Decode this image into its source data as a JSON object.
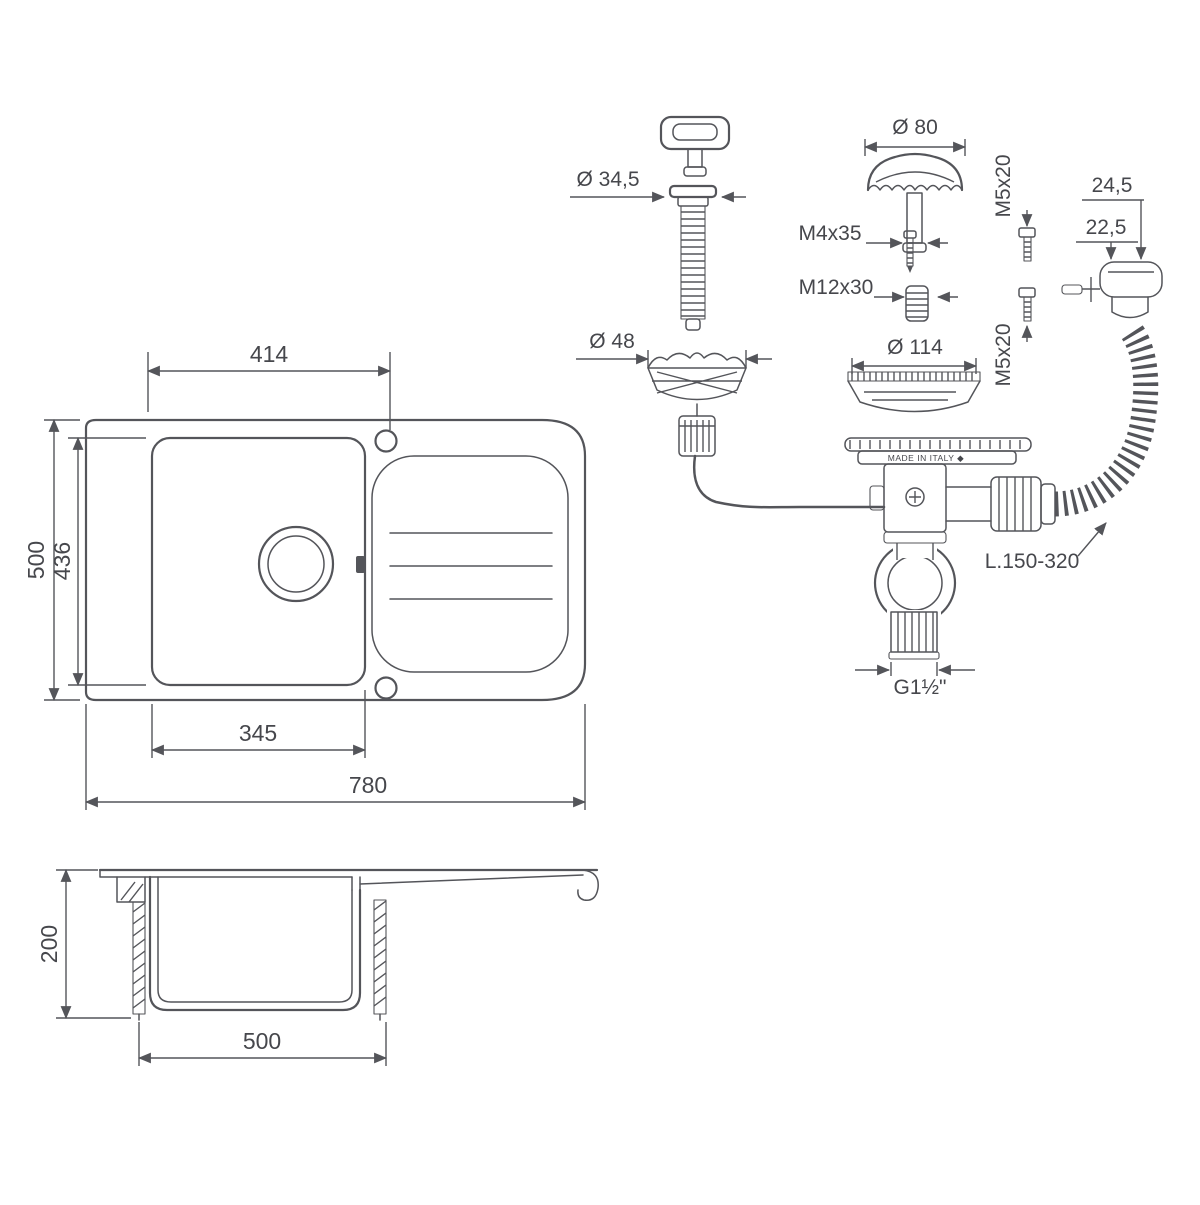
{
  "page": {
    "background": "#ffffff",
    "line_color": "#54555a",
    "text_color": "#46474c"
  },
  "plan_view": {
    "dim_top_width": "414",
    "dim_overall_height": "500",
    "dim_bowl_height": "436",
    "dim_bowl_width": "345",
    "dim_overall_width": "780"
  },
  "section_view": {
    "dim_depth": "200",
    "dim_bowl_width": "500"
  },
  "exploded_view": {
    "dim_pin_diameter": "Ø 34,5",
    "dim_basket_diameter": "Ø 48",
    "dim_cover_diameter": "Ø 80",
    "dim_screw_m4": "M4x35",
    "dim_stud_m12": "M12x30",
    "dim_strainer_diameter": "Ø 114",
    "dim_screw_m5_top": "M5x20",
    "dim_screw_m5_bottom": "M5x20",
    "dim_offset_a": "24,5",
    "dim_offset_b": "22,5",
    "hose_length": "L.150-320",
    "outlet_thread": "G1½\"",
    "made_in": "MADE IN ITALY ◆"
  }
}
